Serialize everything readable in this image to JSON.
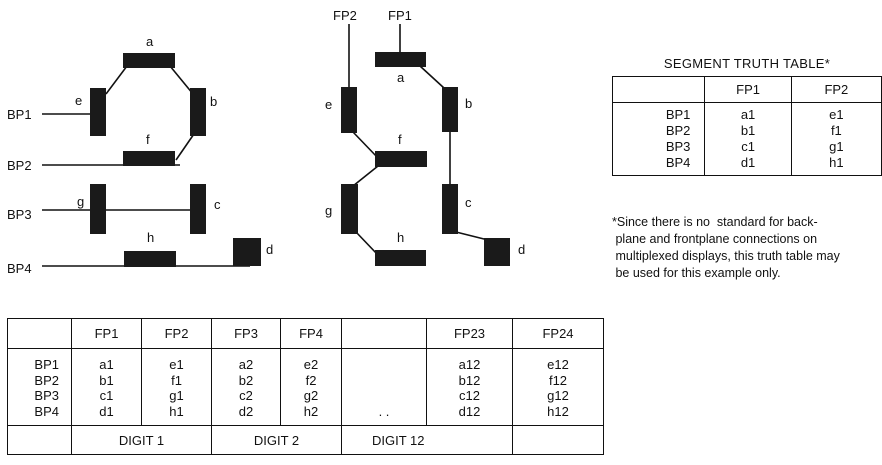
{
  "left_digit": {
    "backplanes": [
      "BP1",
      "BP2",
      "BP3",
      "BP4"
    ],
    "segments": [
      "a",
      "b",
      "c",
      "d",
      "e",
      "f",
      "g",
      "h"
    ]
  },
  "right_digit": {
    "frontplanes": [
      "FP2",
      "FP1"
    ],
    "segments": [
      "a",
      "b",
      "c",
      "d",
      "e",
      "f",
      "g",
      "h"
    ]
  },
  "truth_table": {
    "title": "SEGMENT TRUTH TABLE*",
    "columns": [
      "FP1",
      "FP2"
    ],
    "rows": [
      "BP1",
      "BP2",
      "BP3",
      "BP4"
    ],
    "fp1": [
      "a1",
      "b1",
      "c1",
      "d1"
    ],
    "fp2": [
      "e1",
      "f1",
      "g1",
      "h1"
    ]
  },
  "footnote": "*Since there is no  standard for back-\n plane and frontplane connections on\n multiplexed displays, this truth table may\n be used for this example only.",
  "digit_table": {
    "headers": [
      "FP1",
      "FP2",
      "FP3",
      "FP4",
      "FP23",
      "FP24"
    ],
    "rows": [
      "BP1",
      "BP2",
      "BP3",
      "BP4"
    ],
    "columns": [
      [
        "a1",
        "b1",
        "c1",
        "d1"
      ],
      [
        "e1",
        "f1",
        "g1",
        "h1"
      ],
      [
        "a2",
        "b2",
        "c2",
        "d2"
      ],
      [
        "e2",
        "f2",
        "g2",
        "h2"
      ],
      [
        "a12",
        "b12",
        "c12",
        "d12"
      ],
      [
        "e12",
        "f12",
        "g12",
        "h12"
      ]
    ],
    "ellipsis": ". .",
    "digits": [
      "DIGIT 1",
      "DIGIT 2",
      "DIGIT 12"
    ]
  }
}
